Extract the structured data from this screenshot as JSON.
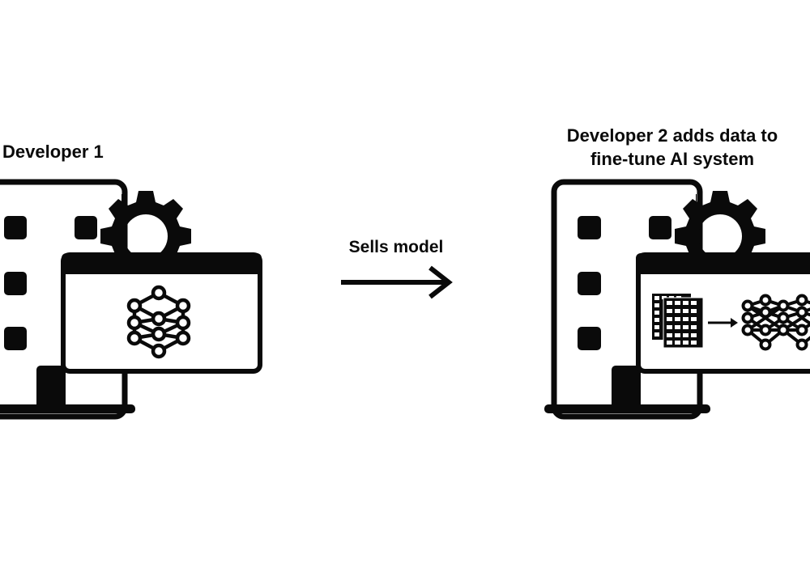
{
  "colors": {
    "ink": "#0a0a0a",
    "background": "#ffffff"
  },
  "developer_1": {
    "label": "Developer 1",
    "icons": [
      "building-icon",
      "gear-icon",
      "monitor-icon",
      "neural-network-icon"
    ]
  },
  "transfer": {
    "label": "Sells model",
    "icon": "arrow-right-icon"
  },
  "developer_2": {
    "label": "Developer 2 adds data to fine-tune AI system",
    "icons": [
      "building-icon",
      "gear-icon",
      "monitor-icon",
      "data-grid-icon",
      "arrow-right-icon",
      "neural-network-icon"
    ]
  }
}
